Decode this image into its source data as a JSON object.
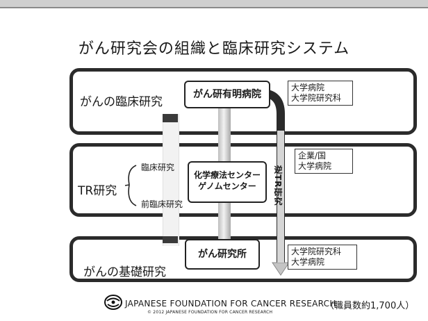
{
  "title": "がん研究会の組織と臨床研究システム",
  "bands": [
    {
      "label": "がんの臨床研究"
    },
    {
      "label": "TR研究",
      "sub": [
        "臨床研究",
        "前臨床研究"
      ]
    },
    {
      "label": "がんの基礎研究"
    }
  ],
  "nodes": {
    "hospital": "がん研有明病院",
    "center_line1": "化学療法センター",
    "center_line2": "ゲノムセンター",
    "institute": "がん研究所"
  },
  "side_boxes": {
    "top_line1": "大学病院",
    "top_line2": "大学院研究科",
    "mid_line1": "企業/国",
    "mid_line2": "大学病院",
    "bot_line1": "大学院研究科",
    "bot_line2": "大学病院"
  },
  "reverse_tr": "逆TR研究",
  "footer": {
    "foundation": "JAPANESE FOUNDATION FOR CANCER RESEARCH",
    "copyright": "© 2012 JAPANESE FOUNDATION FOR CANCER RESEARCH",
    "staff": "（職員数約1,700人）"
  },
  "icons": [
    "foundation-logo-icon",
    "brace-icon",
    "reverse-arrow-icon"
  ],
  "colors": {
    "band": "#2b2b2b",
    "pillar": "#bdbdbd"
  }
}
